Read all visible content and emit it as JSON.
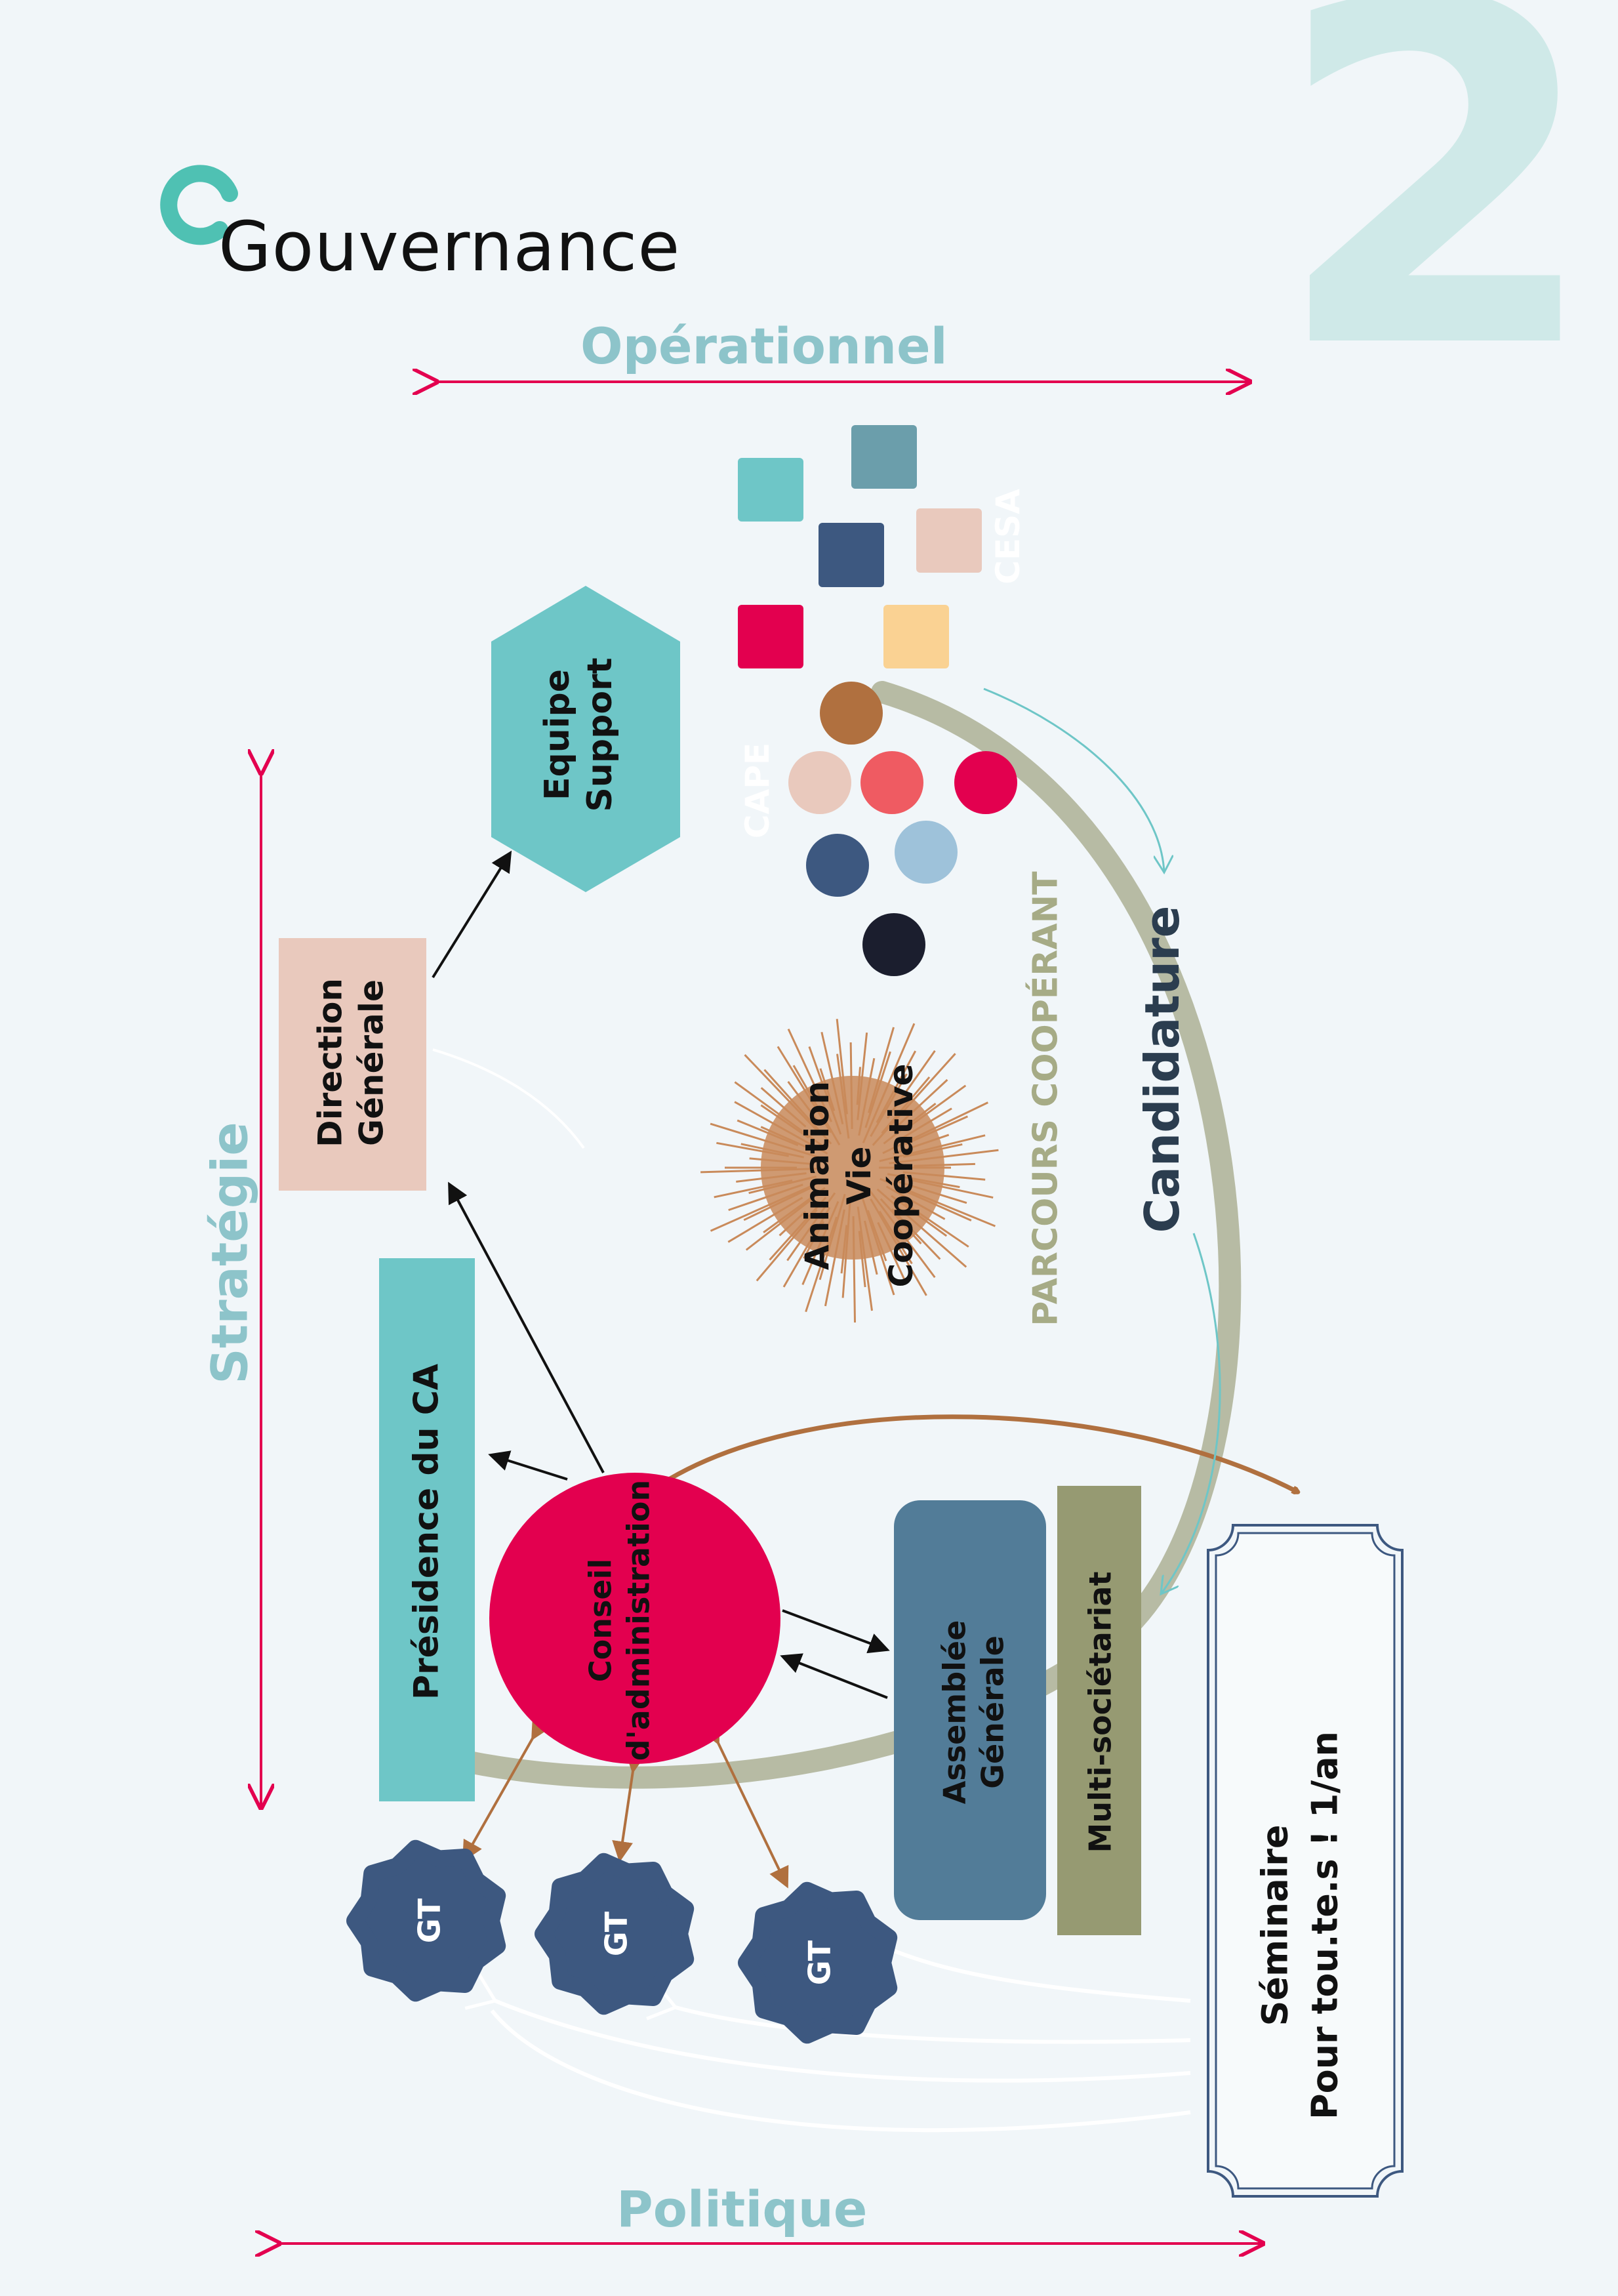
{
  "header": {
    "title": "Gouvernance",
    "page_number": "2"
  },
  "axes": {
    "top": "Opérationnel",
    "bottom": "Politique",
    "left": "Stratégie"
  },
  "groups": {
    "cesa": "CESA",
    "cape": "CAPE",
    "parcours": "PARCOURS COOPÉRANT",
    "candidature": "Candidature"
  },
  "nodes": {
    "equipe_support": [
      "Equipe",
      "Support"
    ],
    "direction_generale": [
      "Direction",
      "Générale"
    ],
    "animation": [
      "Animation",
      "Vie",
      "Coopérative"
    ],
    "presidence": "Présidence du CA",
    "conseil": [
      "Conseil",
      "d'administration"
    ],
    "assemblee": [
      "Assemblée",
      "Générale"
    ],
    "multi": "Multi-sociétariat",
    "seminaire": [
      "Séminaire",
      "Pour tou.te.s ! 1/an"
    ],
    "gt": [
      "GT",
      "GT",
      "GT"
    ]
  },
  "colors": {
    "teal": "#6ec6c7",
    "accent": "#e3004f",
    "navy": "#3d5880",
    "peach": "#e9c9bd",
    "olive": "#969a72",
    "track": "#b7bba4",
    "copper": "#b0703f",
    "slate": "#527c98"
  }
}
